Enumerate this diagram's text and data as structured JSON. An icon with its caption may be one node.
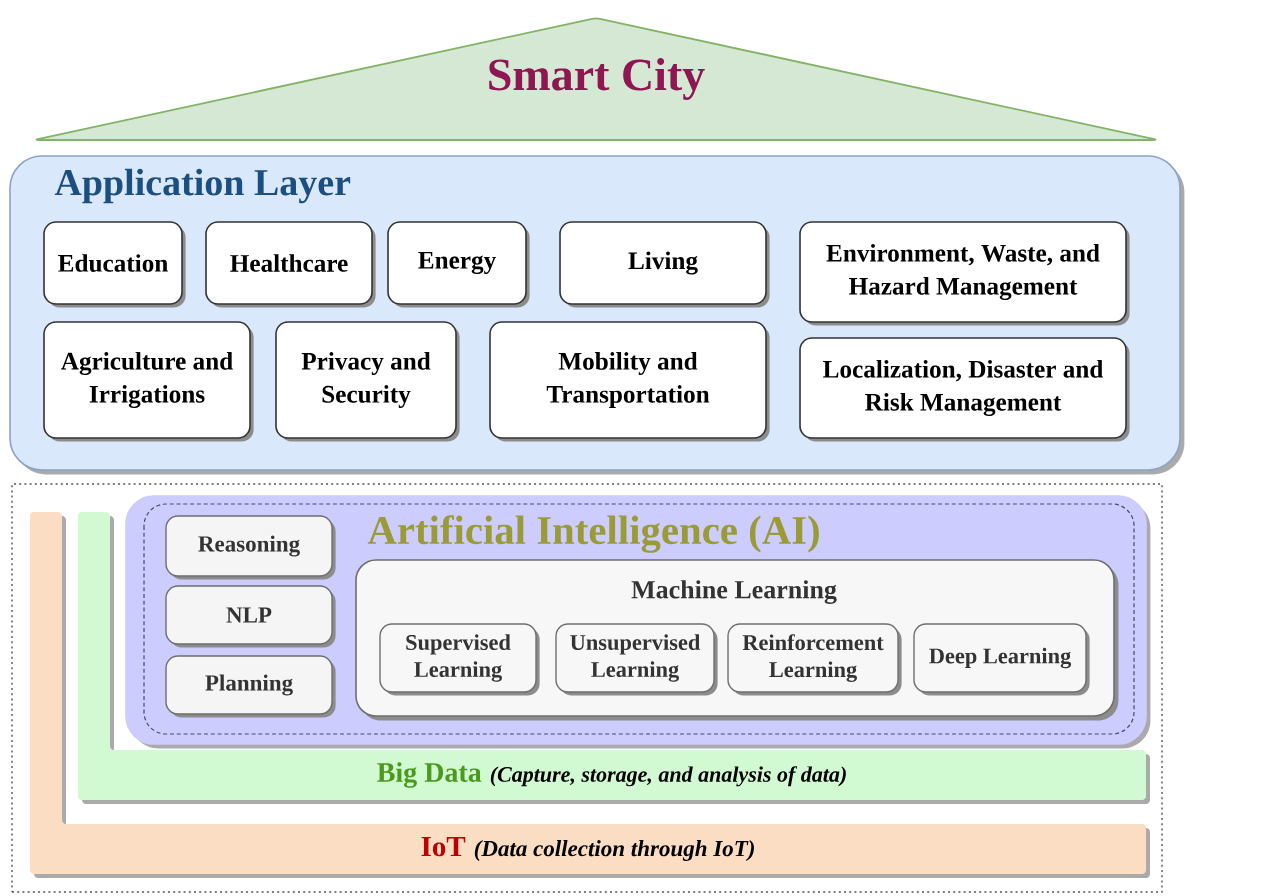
{
  "diagram": {
    "nodes": [
      {
        "text": [
          "Smart City"
        ]
      },
      {
        "text": [
          "Application Layer"
        ]
      },
      {
        "text": [
          "Education"
        ],
        "in": 1
      },
      {
        "text": [
          "Healthcare"
        ],
        "in": 1
      },
      {
        "text": [
          "Energy"
        ],
        "in": 1
      },
      {
        "text": [
          "Living"
        ],
        "in": 1
      },
      {
        "text": [
          "Environment, Waste, and Hazard Management"
        ],
        "in": 1
      },
      {
        "text": [
          "Agriculture and Irrigations"
        ],
        "in": 1
      },
      {
        "text": [
          "Privacy and Security"
        ],
        "in": 1
      },
      {
        "text": [
          "Mobility and Transportation"
        ],
        "in": 1
      },
      {
        "text": [
          "Localization, Disaster and Risk Management"
        ],
        "in": 1
      },
      {
        "text": [],
        "shape": "box"
      },
      {
        "text": [
          "Artificial Intelligence (AI)"
        ],
        "in": 11
      },
      {
        "text": [
          "Reasoning"
        ],
        "in": 12
      },
      {
        "text": [
          "NLP"
        ],
        "in": 12
      },
      {
        "text": [
          "Planning"
        ],
        "in": 12
      },
      {
        "text": [
          "Machine Learning"
        ],
        "in": 12
      },
      {
        "text": [
          "Supervised Learning"
        ],
        "in": 16
      },
      {
        "text": [
          "Unsupervised Learning"
        ],
        "in": 16
      },
      {
        "text": [
          "Reinforcement Learning"
        ],
        "in": 16
      },
      {
        "text": [
          "Deep Learning"
        ],
        "in": 16
      },
      {
        "text": [
          "Big Data",
          "(Capture, storage, and analysis of data)"
        ],
        "in": 11
      },
      {
        "text": [
          "IoT",
          "(Data collection through IoT)"
        ],
        "in": 11
      }
    ]
  }
}
